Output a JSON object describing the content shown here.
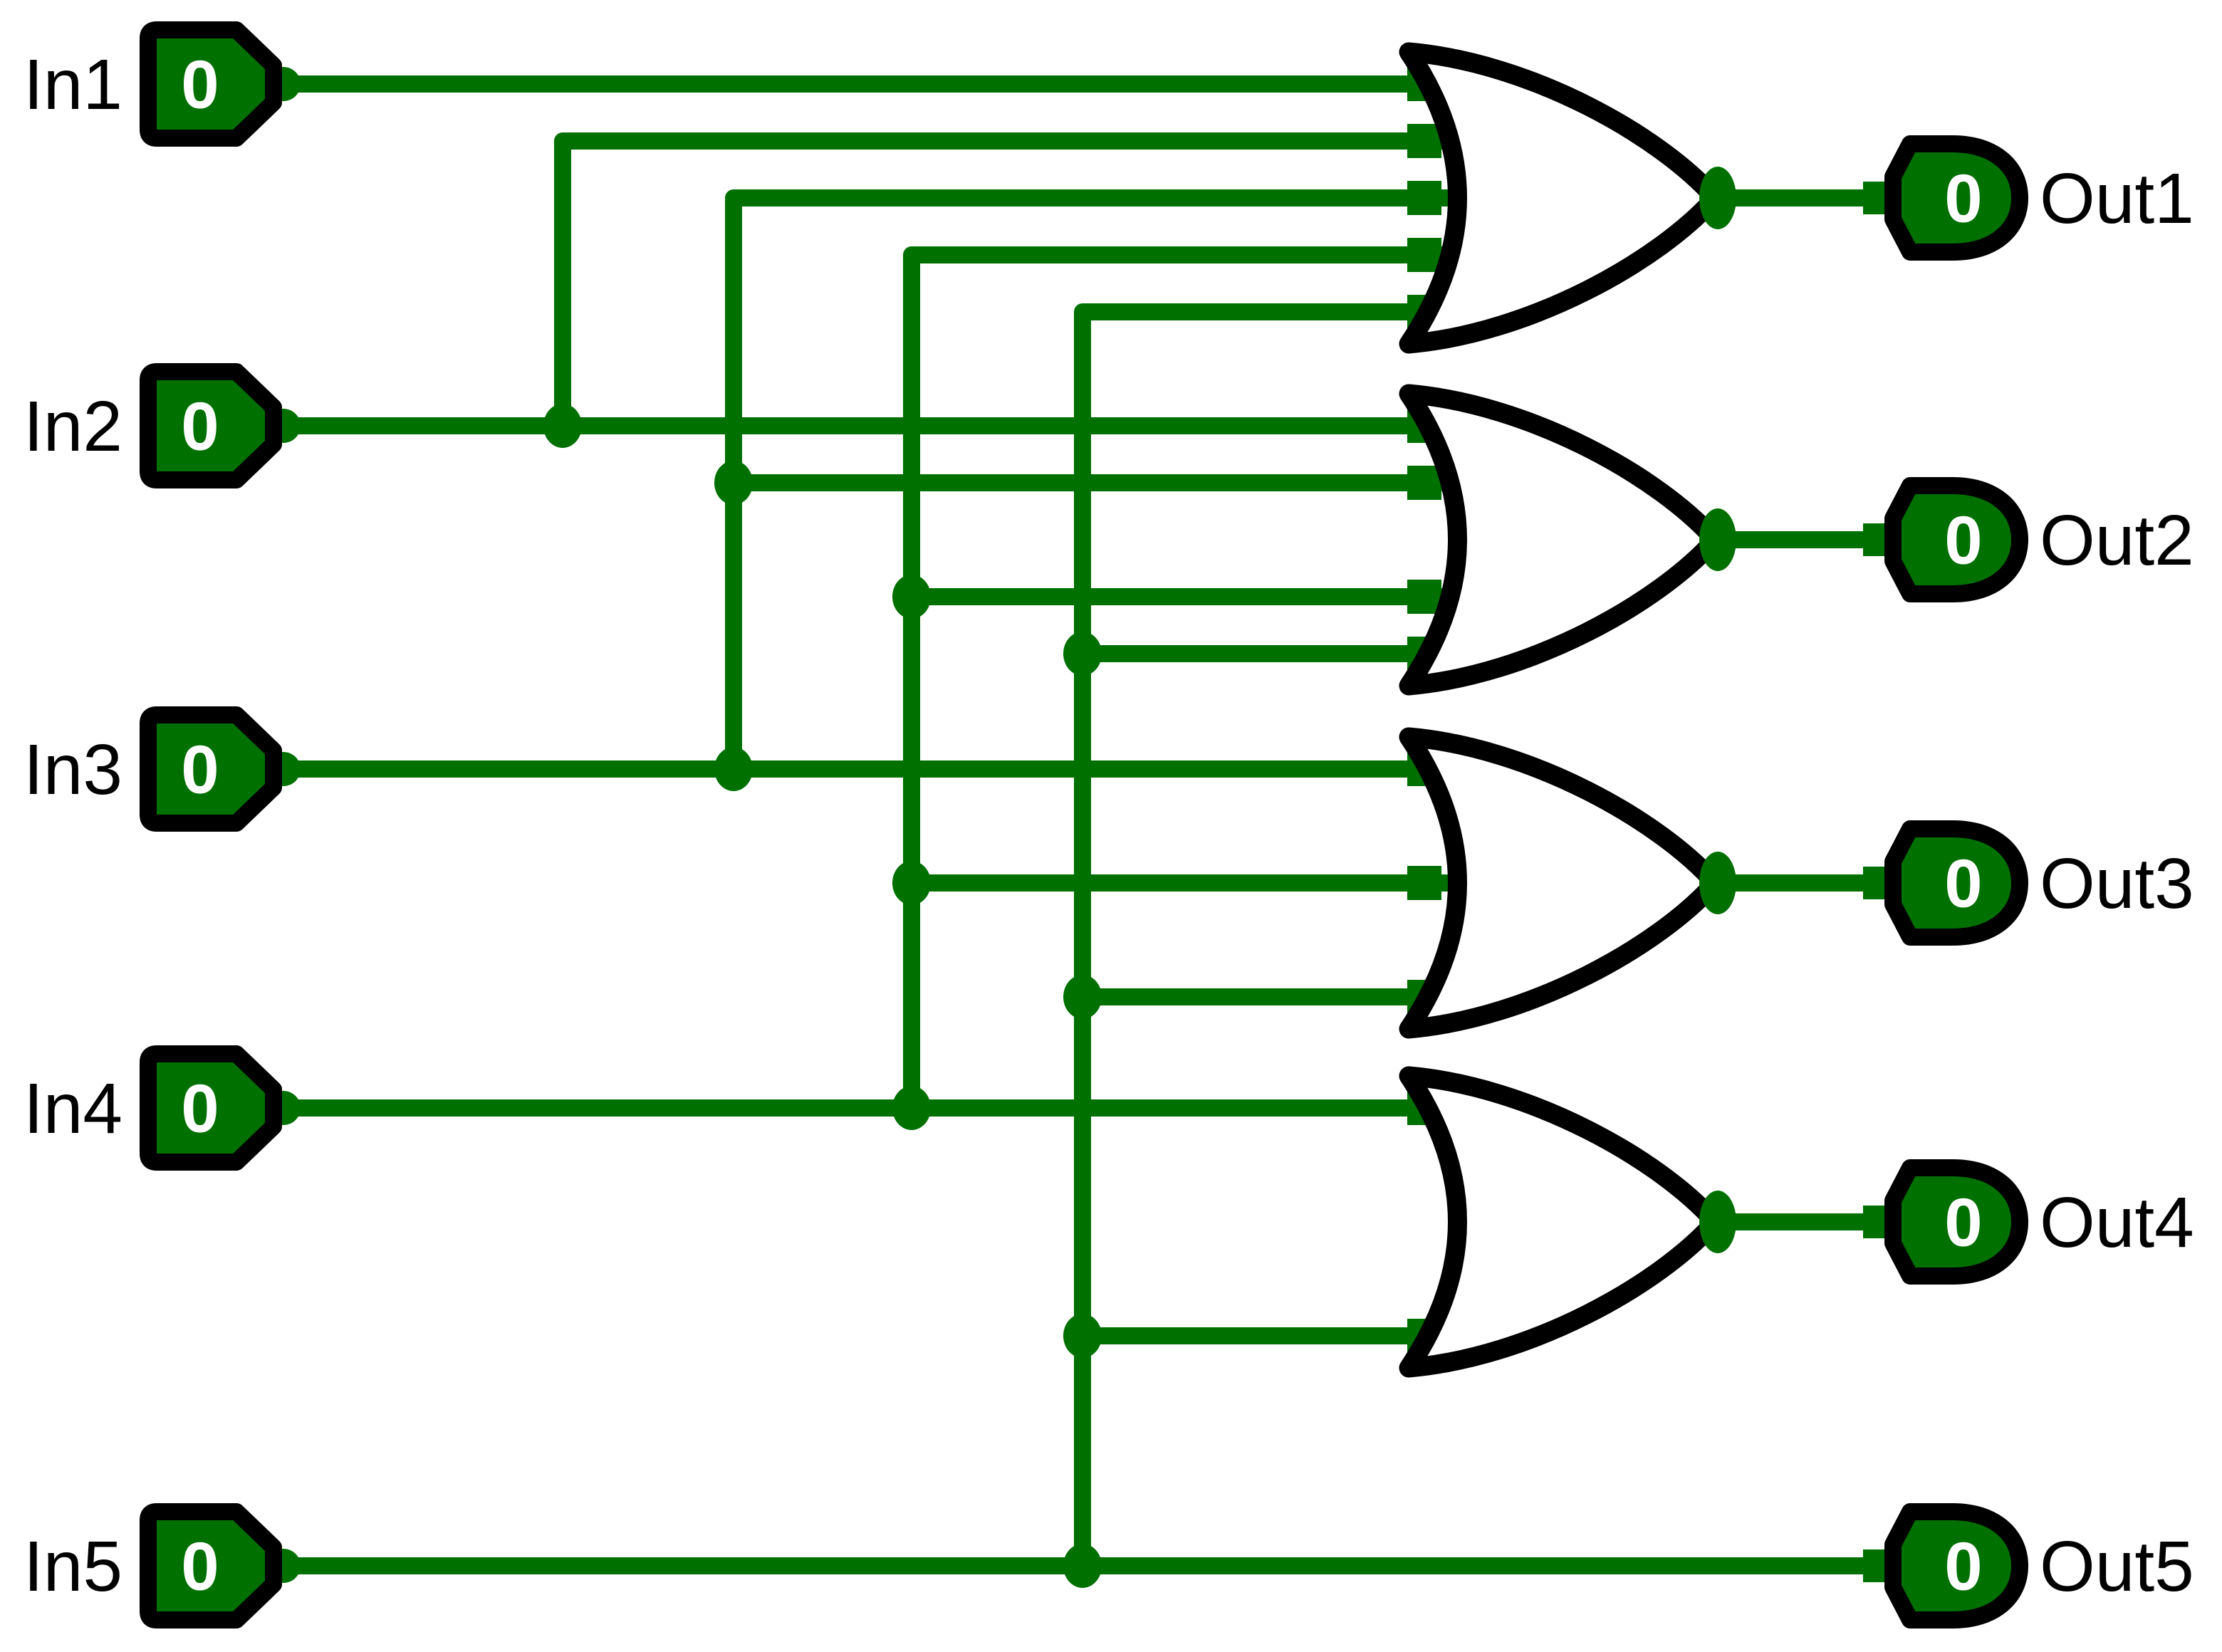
{
  "diagram": {
    "kind": "logic-circuit-schematic",
    "background": "#ffffff",
    "colors": {
      "signal_green": "#007000",
      "outline_black": "#000000",
      "value_text": "#ffffff",
      "label_text": "#000000"
    },
    "inputs": [
      {
        "label": "In1",
        "value": "0"
      },
      {
        "label": "In2",
        "value": "0"
      },
      {
        "label": "In3",
        "value": "0"
      },
      {
        "label": "In4",
        "value": "0"
      },
      {
        "label": "In5",
        "value": "0"
      }
    ],
    "outputs": [
      {
        "label": "Out1",
        "value": "0"
      },
      {
        "label": "Out2",
        "value": "0"
      },
      {
        "label": "Out3",
        "value": "0"
      },
      {
        "label": "Out4",
        "value": "0"
      },
      {
        "label": "Out5",
        "value": "0"
      }
    ],
    "gates": [
      {
        "type": "OR",
        "inputs_from": [
          "In1",
          "In2",
          "In3",
          "In4",
          "In5"
        ],
        "output_to": "Out1"
      },
      {
        "type": "OR",
        "inputs_from": [
          "In2",
          "In3",
          "In4",
          "In5"
        ],
        "output_to": "Out2"
      },
      {
        "type": "OR",
        "inputs_from": [
          "In3",
          "In4",
          "In5"
        ],
        "output_to": "Out3"
      },
      {
        "type": "OR",
        "inputs_from": [
          "In4",
          "In5"
        ],
        "output_to": "Out4"
      }
    ],
    "direct_connections": [
      {
        "from": "In5",
        "to": "Out5"
      }
    ]
  }
}
